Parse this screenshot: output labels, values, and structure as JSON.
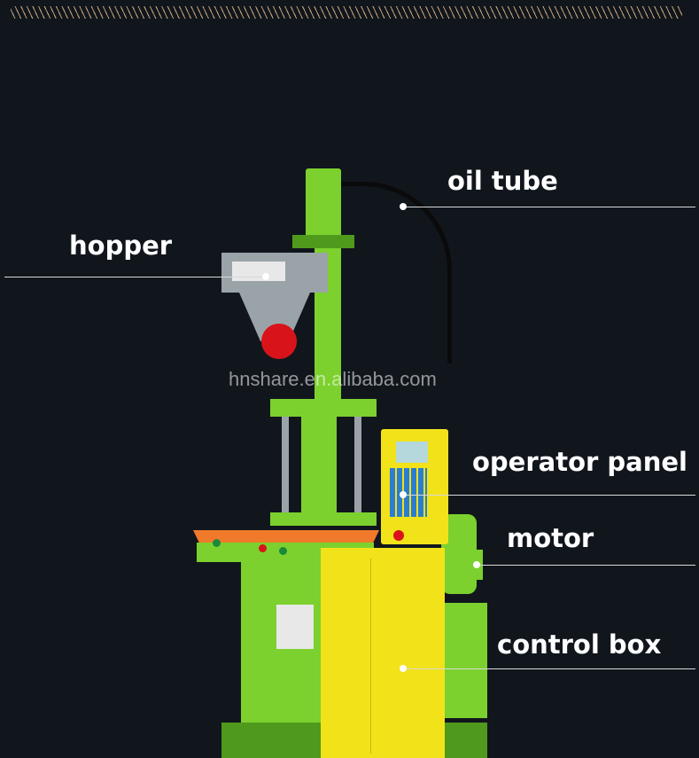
{
  "labels": {
    "oil_tube": "oil tube",
    "hopper": "hopper",
    "operator_panel": "operator panel",
    "motor": "motor",
    "control_box": "control box"
  },
  "watermark": "hnshare.en.alibaba.com",
  "colors": {
    "background": "#11161d",
    "machine_green": "#7cd12e",
    "control_yellow": "#f2e21a",
    "stripe": "#c9a77c"
  }
}
